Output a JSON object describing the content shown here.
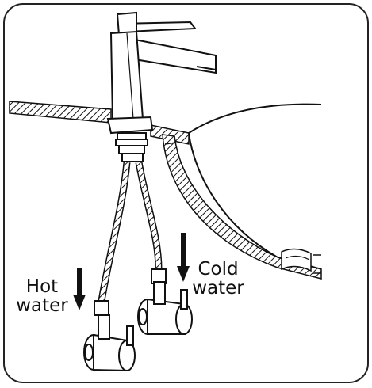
{
  "labels": {
    "hot_line1": "Hot",
    "hot_line2": "water",
    "cold_line1": "Cold",
    "cold_line2": "water"
  },
  "colors": {
    "ink": "#111111",
    "frame": "#222222",
    "background": "#ffffff"
  }
}
